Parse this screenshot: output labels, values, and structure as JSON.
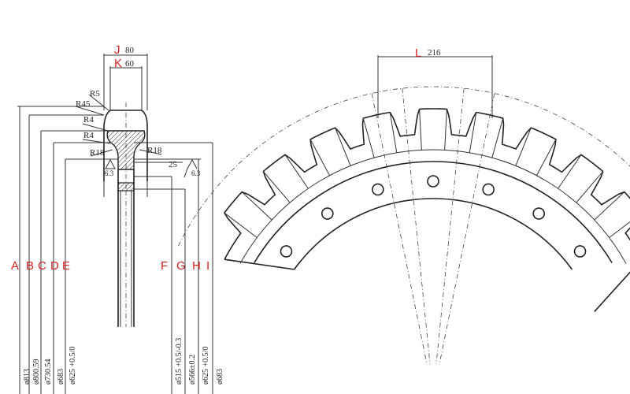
{
  "colors": {
    "label_red": "#d42020",
    "line": "#333333"
  },
  "profile": {
    "top_labels": {
      "J": "J",
      "J_value": "80",
      "K": "K",
      "K_value": "60"
    },
    "radii": {
      "r5": "R5",
      "r45": "R45",
      "r4a": "R4",
      "r4b": "R4",
      "r18_left": "R18",
      "r18_right": "R18"
    },
    "dim_25": "25",
    "roughness_left": "6.3",
    "roughness_right": "6.3",
    "diameters": [
      {
        "letter": "A",
        "value": "ø813"
      },
      {
        "letter": "B",
        "value": "ø800.59"
      },
      {
        "letter": "C",
        "value": "ø730.54"
      },
      {
        "letter": "D",
        "value": "ø683"
      },
      {
        "letter": "E",
        "value": "ø625 +0.5/0"
      },
      {
        "letter": "F",
        "value": "ø515 +0.5/-0.3"
      },
      {
        "letter": "G",
        "value": "ø566±0.2"
      },
      {
        "letter": "H",
        "value": "ø625 +0.5/0"
      },
      {
        "letter": "I",
        "value": "ø683"
      }
    ]
  },
  "sprocket": {
    "pitch_letter": "L",
    "pitch_value": "216",
    "bolt_holes_visible": 7,
    "teeth_visible": 9
  }
}
